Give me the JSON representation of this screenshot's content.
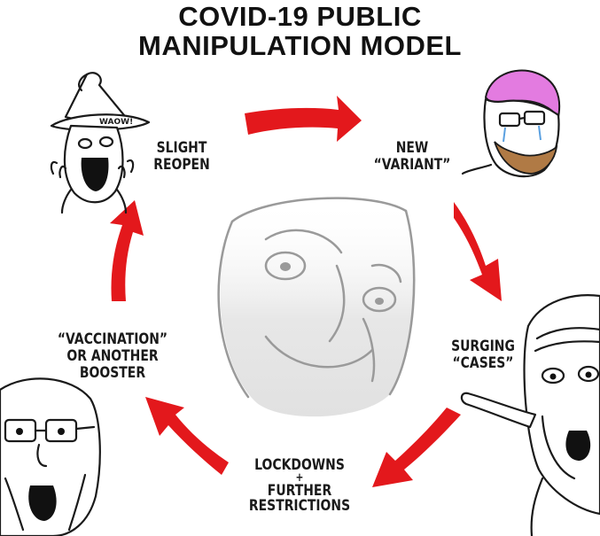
{
  "title": {
    "line1": "COVID-19 PUBLIC",
    "line2": "MANIPULATION MODEL"
  },
  "steps": {
    "slight_reopen": {
      "line1": "SLIGHT",
      "line2": "REOPEN"
    },
    "new_variant": {
      "line1": "NEW",
      "line2": "“VARIANT”"
    },
    "surging_cases": {
      "line1": "SURGING",
      "line2": "“CASES”"
    },
    "lockdowns": {
      "line1": "LOCKDOWNS",
      "line2": "+",
      "line3": "FURTHER",
      "line4": "RESTRICTIONS"
    },
    "vaccination": {
      "line1": "“VACCINATION”",
      "line2": "OR ANOTHER",
      "line3": "BOOSTER"
    }
  },
  "wizard_exclamation": "WAOW!",
  "colors": {
    "arrow": "#e3181c",
    "text": "#1a1a1a",
    "hair": "#e37be0",
    "beard": "#b07a45",
    "ghost_face": "#9a9a9a"
  },
  "icons": [
    "wizard-soyjak-icon",
    "crying-soyjak-icon",
    "pointing-soyjak-icon",
    "shocked-soyjak-icon",
    "smug-face-icon",
    "cycle-arrow-icon"
  ]
}
